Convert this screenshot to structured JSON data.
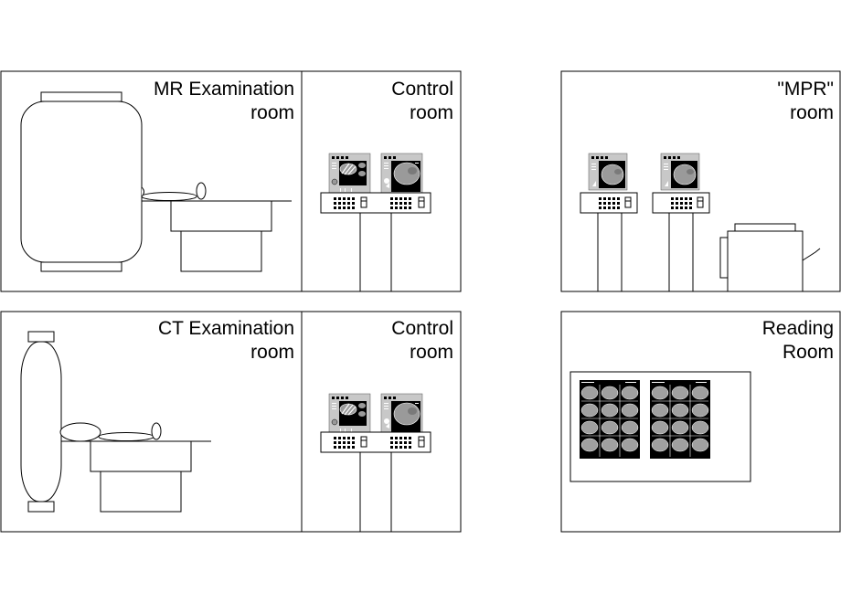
{
  "rooms": {
    "mr_exam": {
      "line1": "MR Examination",
      "line2": "room"
    },
    "mr_control": {
      "line1": "Control",
      "line2": "room"
    },
    "mpr": {
      "line1": "\"MPR\"",
      "line2": "room"
    },
    "ct_exam": {
      "line1": "CT Examination",
      "line2": "room"
    },
    "ct_control": {
      "line1": "Control",
      "line2": "room"
    },
    "reading": {
      "line1": "Reading",
      "line2": "Room"
    }
  },
  "colors": {
    "line": "#000000",
    "screen": "#000000",
    "panel": "#c8c8c8",
    "scan": "#9a9a9a"
  }
}
